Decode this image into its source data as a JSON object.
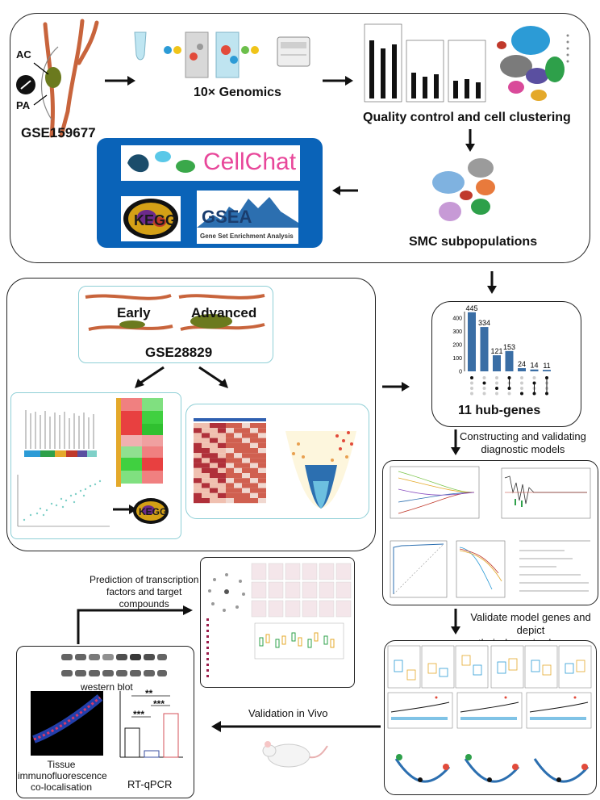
{
  "top_panel": {
    "ac_label": "AC",
    "pa_label": "PA",
    "dataset": "GSE159677",
    "genomics_label": "10× Genomics",
    "qc_label": "Quality control and cell clustering",
    "smc_label": "SMC subpopulations",
    "cellchat_label": "CellChat",
    "gsea_label": "GSEA",
    "gsea_sub": "Gene Set Enrichment Analysis"
  },
  "mid_panel": {
    "early_label": "Early",
    "advanced_label": "Advanced",
    "dataset": "GSE28829"
  },
  "upset": {
    "values": [
      445,
      334,
      121,
      153,
      24,
      14,
      11
    ],
    "ymax": 450,
    "yticks": [
      0,
      100,
      200,
      300,
      400
    ],
    "hub_label": "11 hub-genes"
  },
  "model_panel": {
    "construct_label": "Constructing and validating\ndiagnostic models",
    "validate_label": "Validate model genes and depict\ntheir dynamic changes"
  },
  "bottom_panel": {
    "prediction_label": "Prediction of transcription\nfactors and target\ncompounds",
    "vivo_label": "Validation in Vivo",
    "western_label": "western blot",
    "tissue_label": "Tissue\nimmunofluorescence\nco-localisation",
    "rtqpcr_label": "RT-qPCR",
    "sig1": "**",
    "sig2": "***",
    "sig3": "***"
  },
  "colors": {
    "artery": "#c8643c",
    "plaque": "#6b7a1e",
    "bar": "#3a6ea5",
    "panel_blue": "#0a63b8",
    "light_border": "#8fcfd6"
  }
}
